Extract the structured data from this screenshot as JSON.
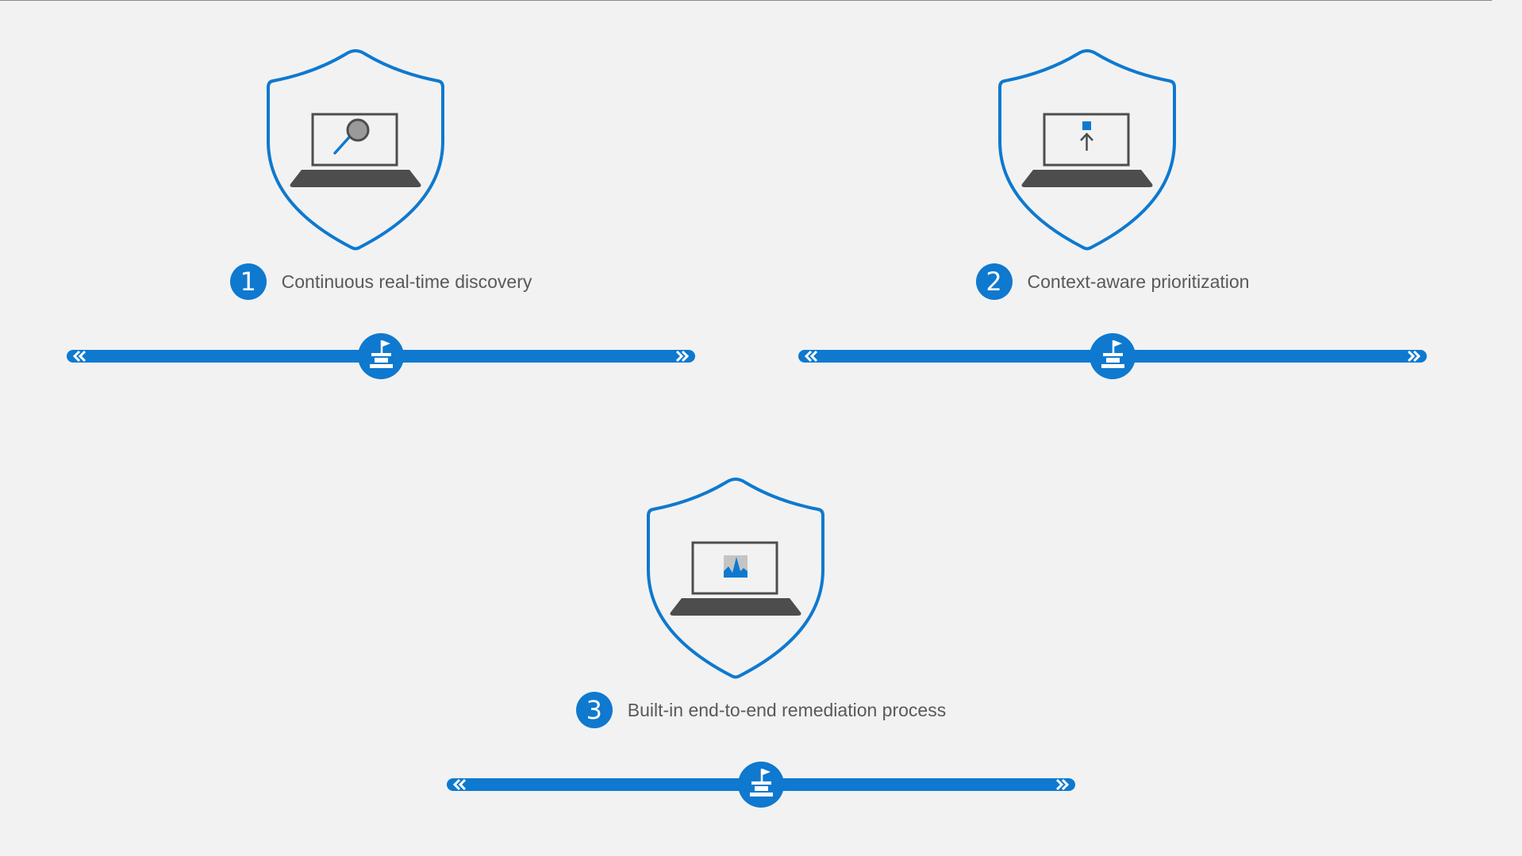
{
  "colors": {
    "accent": "#0e79cf",
    "device": "#4d4d4d",
    "text": "#595959",
    "background": "#f2f2f2"
  },
  "steps": [
    {
      "number": "1",
      "label": "Continuous real-time discovery",
      "screen_icon": "magnifier-icon"
    },
    {
      "number": "2",
      "label": "Context-aware prioritization",
      "screen_icon": "upload-arrow-icon"
    },
    {
      "number": "3",
      "label": "Built-in end-to-end remediation process",
      "screen_icon": "activity-chart-icon"
    }
  ],
  "track_icons": {
    "left": "double-chevron-left-icon",
    "center": "castle-flag-icon",
    "right": "double-chevron-right-icon"
  }
}
